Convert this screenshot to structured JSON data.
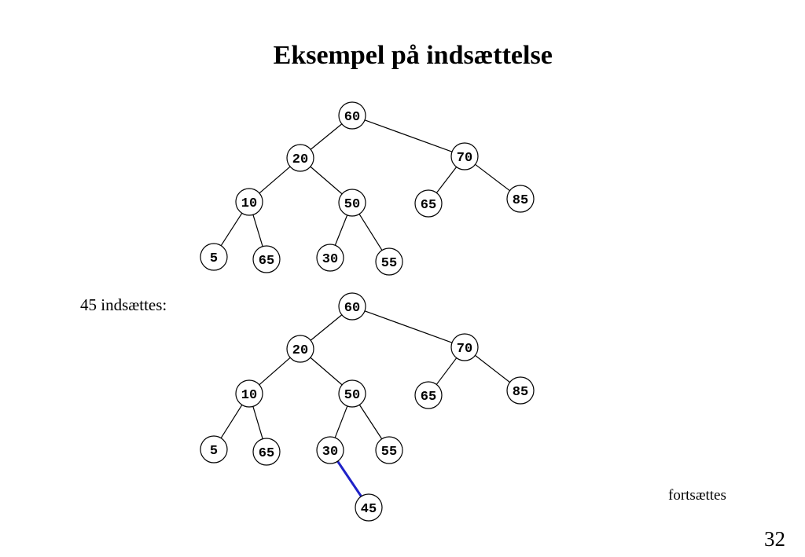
{
  "slide": {
    "title": "Eksempel på indsættelse",
    "caption": "45 indsættes:",
    "continue_label": "fortsættes",
    "page_number": "32"
  },
  "colors": {
    "new_edge": "#1f22c8"
  },
  "trees": [
    {
      "name": "before",
      "nodes": [
        "60",
        "20",
        "70",
        "10",
        "50",
        "65",
        "85",
        "5",
        "65",
        "30",
        "55"
      ],
      "edges": [
        [
          "60",
          "20"
        ],
        [
          "60",
          "70"
        ],
        [
          "20",
          "10"
        ],
        [
          "20",
          "50"
        ],
        [
          "70",
          "65"
        ],
        [
          "70",
          "85"
        ],
        [
          "10",
          "5"
        ],
        [
          "10",
          "65"
        ],
        [
          "50",
          "30"
        ],
        [
          "50",
          "55"
        ]
      ]
    },
    {
      "name": "after",
      "nodes": [
        "60",
        "20",
        "70",
        "10",
        "50",
        "65",
        "85",
        "5",
        "65",
        "30",
        "55",
        "45"
      ],
      "edges": [
        [
          "60",
          "20"
        ],
        [
          "60",
          "70"
        ],
        [
          "20",
          "10"
        ],
        [
          "20",
          "50"
        ],
        [
          "70",
          "65"
        ],
        [
          "70",
          "85"
        ],
        [
          "10",
          "5"
        ],
        [
          "10",
          "65"
        ],
        [
          "50",
          "30"
        ],
        [
          "50",
          "55"
        ],
        [
          "30",
          "45"
        ]
      ],
      "inserted": "45"
    }
  ]
}
